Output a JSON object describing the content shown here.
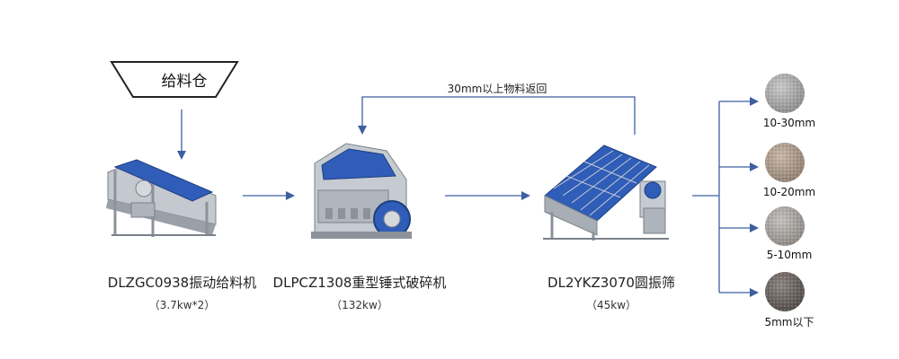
{
  "hopper": {
    "label": "给料仓"
  },
  "feedback": {
    "label": "30mm以上物料返回"
  },
  "machines": [
    {
      "name": "DLZGC0938振动给料机",
      "power": "（3.7kw*2）"
    },
    {
      "name": "DLPCZ1308重型锤式破碎机",
      "power": "（132kw）"
    },
    {
      "name": "DL2YKZ3070圆振筛",
      "power": "（45kw）"
    }
  ],
  "products": [
    {
      "label": "10-30mm"
    },
    {
      "label": "10-20mm"
    },
    {
      "label": "5-10mm"
    },
    {
      "label": "5mm以下"
    }
  ],
  "colors": {
    "arrow": "#3d5fa0",
    "machine_blue": "#2f5db8",
    "machine_grey": "#b9bec6"
  }
}
